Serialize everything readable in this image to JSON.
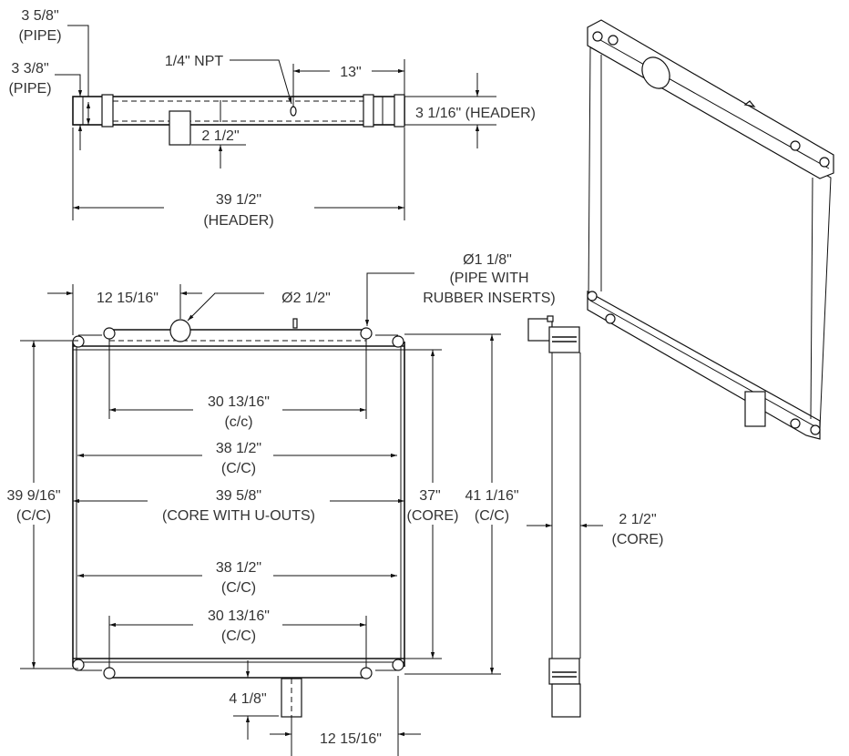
{
  "top_view": {
    "pipe_outer": "3 5/8\"",
    "pipe_outer_note": "(PIPE)",
    "pipe_inner": "3 3/8\"",
    "pipe_inner_note": "(PIPE)",
    "fitting": "1/4\" NPT",
    "fitting_offset": "13\"",
    "header_height": "3 1/16\" (HEADER)",
    "outlet_drop": "2 1/2\"",
    "header_length": "39 1/2\"",
    "header_length_note": "(HEADER)"
  },
  "front_view": {
    "inlet_offset": "12 15/16\"",
    "inlet_diameter": "Ø2 1/2\"",
    "pipe_diameter": "Ø1 1/8\"",
    "pipe_note_1": "(PIPE WITH",
    "pipe_note_2": "RUBBER INSERTS)",
    "top_cc": "30 13/16\"",
    "top_cc_note": "(c/c)",
    "upper_cc": "38 1/2\"",
    "upper_cc_note": "(C/C)",
    "core_width": "39 5/8\"",
    "core_width_note": "(CORE WITH U-OUTS)",
    "lower_cc": "38 1/2\"",
    "lower_cc_note": "(C/C)",
    "bottom_cc": "30 13/16\"",
    "bottom_cc_note": "(C/C)",
    "left_height": "39 9/16\"",
    "left_height_note": "(C/C)",
    "core_height": "37\"",
    "core_height_note": "(CORE)",
    "overall_height": "41 1/16\"",
    "overall_height_note": "(C/C)",
    "outlet_drop": "4 1/8\"",
    "outlet_offset": "12 15/16\""
  },
  "side_view": {
    "core_depth": "2 1/2\"",
    "core_depth_note": "(CORE)"
  }
}
